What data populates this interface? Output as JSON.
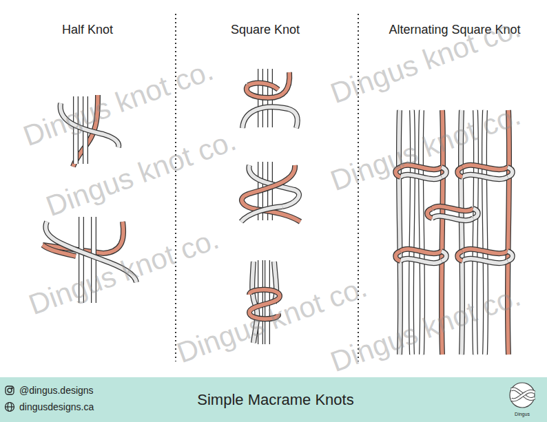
{
  "diagram": {
    "title": "Simple Macrame Knots",
    "labels": [
      "Half Knot",
      "Square Knot",
      "Alternating Square Knot",
      "Dingus knot co.",
      "Dingus knot co.",
      "Dingus knot co.",
      "Dingus knot co.",
      "Dingus knot co.",
      "Dingus knot co.",
      "Dingus knot co.",
      "@dingus.designs",
      "dingusdesigns.ca",
      "Dingus"
    ]
  }
}
